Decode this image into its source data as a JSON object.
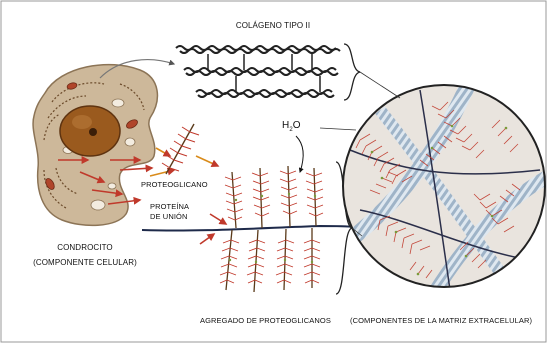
{
  "labels": {
    "collagen": "COLÁGENO TIPO II",
    "water_base": "H",
    "water_sub": "2",
    "water_tail": "O",
    "proteoglycan": "PROTEOGLICANO",
    "link_protein_1": "PROTEÍNA",
    "link_protein_2": "DE UNIÓN",
    "chondrocyte_1": "CONDROCITO",
    "chondrocyte_2": "(COMPONENTE CELULAR)",
    "aggregate": "AGREGADO DE PROTEOGLICANOS",
    "matrix": "(COMPONENTES DE LA MATRIZ EXTRACELULAR)"
  },
  "colors": {
    "cell_fill": "#cdb89a",
    "nucleus": "#9a5a1e",
    "gag_red": "#c0392b",
    "gag_green": "#7a9a3a",
    "arrow": "#c0392b",
    "circle_bg": "#e9e4de",
    "collagen_fiber": "#b8c8d8"
  }
}
